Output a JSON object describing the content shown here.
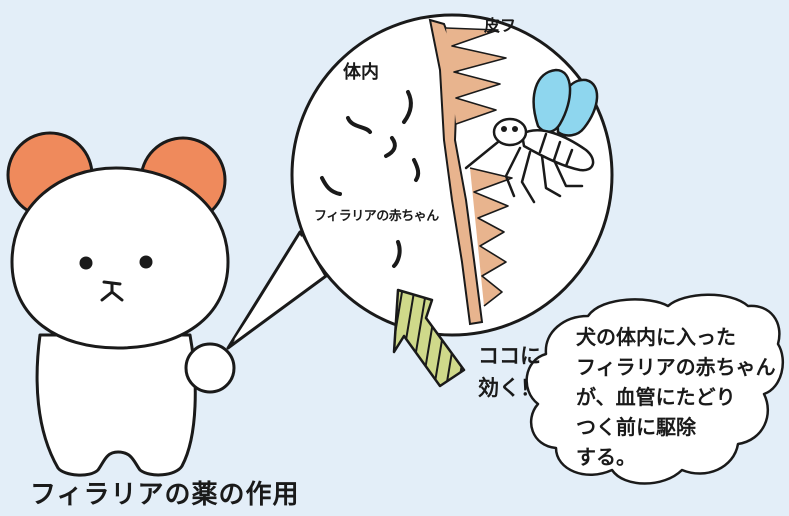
{
  "caption": "フィラリアの薬の作用",
  "labels": {
    "body_interior": "体内",
    "skin": "皮フ",
    "larvae": "フィラリアの赤ちゃん",
    "works_here": [
      "ココに",
      "効く！"
    ],
    "explanation": [
      "犬の体内に入った",
      "フィラリアの赤ちゃん",
      "が、血管にたどり",
      "つく前に駆除",
      "する。"
    ]
  },
  "colors": {
    "background": "#e3eef8",
    "ears": "#ef8a5c",
    "skin_layer": "#e8b48e",
    "mosquito_wings": "#8ed6ee",
    "arrow": "#cfd98a"
  }
}
